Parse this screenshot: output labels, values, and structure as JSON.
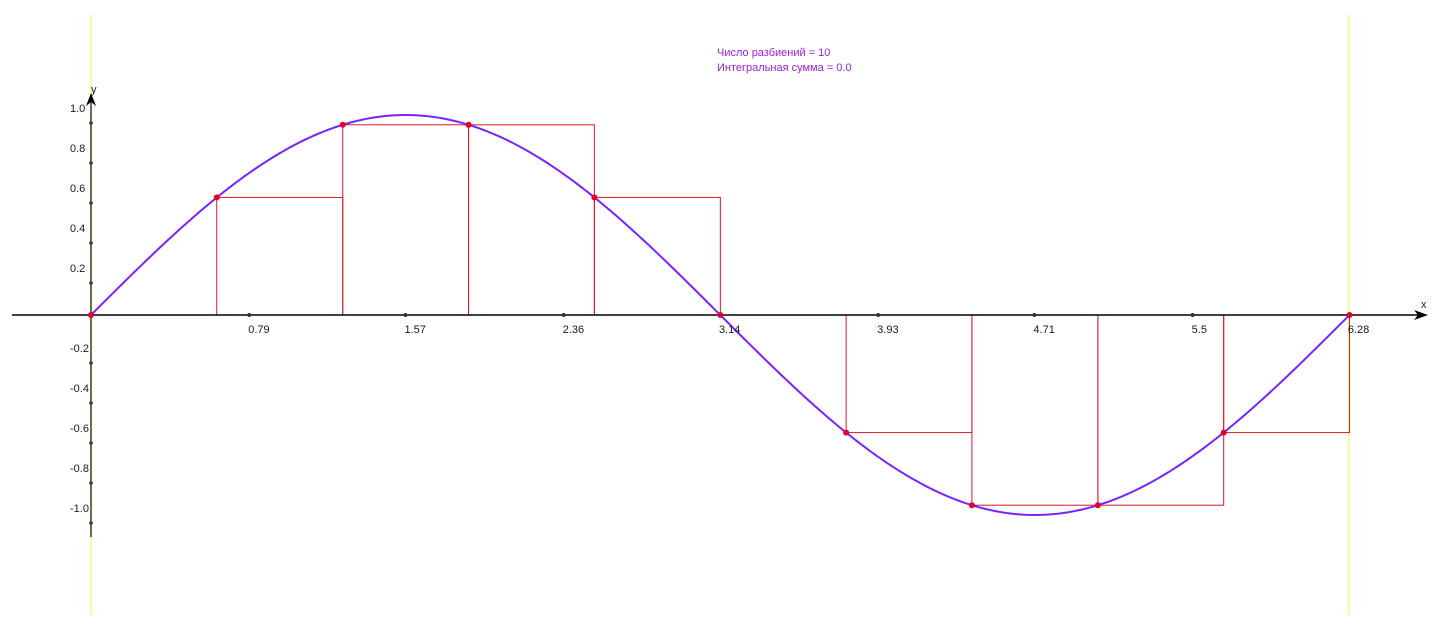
{
  "info": {
    "partitions_line": "Число разбиений = 10",
    "sum_line": "Интегральная сумма = 0.0"
  },
  "colors": {
    "curve": "#7a22ff",
    "rect": "#d11a2a",
    "points": "#e0002a",
    "axis": "#000000",
    "bounds": "#f7f26a",
    "info_text": "#9a22d6",
    "y_axis": "#2c4a1e"
  },
  "chart_data": {
    "type": "line",
    "function": "sin(x)",
    "x_axis_label": "x",
    "y_axis_label": "y",
    "xlim": [
      -0.41,
      6.66
    ],
    "ylim": [
      -1.1,
      1.09
    ],
    "interval": [
      0,
      6.28
    ],
    "partitions": 10,
    "x_ticks": [
      0.79,
      1.57,
      2.36,
      3.14,
      3.93,
      4.71,
      5.5,
      6.28
    ],
    "x_tick_labels": [
      "0.79",
      "1.57",
      "2.36",
      "3.14",
      "3.93",
      "4.71",
      "5.5",
      "6.28"
    ],
    "y_ticks": [
      1.0,
      0.8,
      0.6,
      0.4,
      0.2,
      -0.2,
      -0.4,
      -0.6,
      -0.8,
      -1.0
    ],
    "y_tick_labels": [
      "1.0",
      "0.8",
      "0.6",
      "0.4",
      "0.2",
      "-0.2",
      "-0.4",
      "-0.6",
      "-0.8",
      "-1.0"
    ],
    "integral_sum": 0.0,
    "rectangles": [
      {
        "x0": 0.0,
        "x1": 0.628,
        "height": 0.0
      },
      {
        "x0": 0.628,
        "x1": 1.257,
        "height": 0.588
      },
      {
        "x0": 1.257,
        "x1": 1.885,
        "height": 0.951
      },
      {
        "x0": 1.885,
        "x1": 2.513,
        "height": 0.951
      },
      {
        "x0": 2.513,
        "x1": 3.142,
        "height": 0.588
      },
      {
        "x0": 3.142,
        "x1": 3.77,
        "height": 0.0
      },
      {
        "x0": 3.77,
        "x1": 4.398,
        "height": -0.588
      },
      {
        "x0": 4.398,
        "x1": 5.027,
        "height": -0.951
      },
      {
        "x0": 5.027,
        "x1": 5.655,
        "height": -0.951
      },
      {
        "x0": 5.655,
        "x1": 6.283,
        "height": -0.588
      }
    ],
    "sample_points": [
      {
        "x": 0.0,
        "y": 0.0
      },
      {
        "x": 0.628,
        "y": 0.588
      },
      {
        "x": 1.257,
        "y": 0.951
      },
      {
        "x": 1.885,
        "y": 0.951
      },
      {
        "x": 2.513,
        "y": 0.588
      },
      {
        "x": 3.142,
        "y": 0.0
      },
      {
        "x": 3.77,
        "y": -0.588
      },
      {
        "x": 4.398,
        "y": -0.951
      },
      {
        "x": 5.027,
        "y": -0.951
      },
      {
        "x": 5.655,
        "y": -0.588
      },
      {
        "x": 6.283,
        "y": 0.0
      }
    ]
  }
}
